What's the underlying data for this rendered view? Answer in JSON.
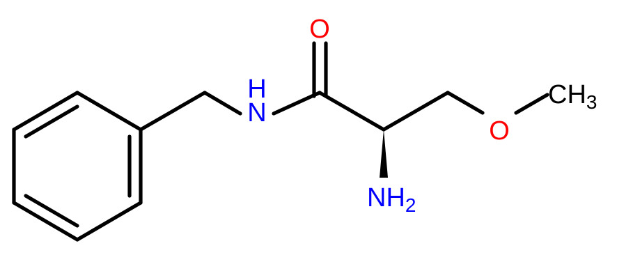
{
  "molecule": {
    "atoms": {
      "nitrogen_amide": {
        "symbol": "N",
        "hydrogen": "H",
        "color": "#0000ff"
      },
      "oxygen_carbonyl": {
        "symbol": "O",
        "color": "#ff0000"
      },
      "oxygen_ether": {
        "symbol": "O",
        "color": "#ff0000"
      },
      "amine": {
        "symbol": "NH",
        "subscript": "2",
        "color": "#0000ff"
      },
      "methyl": {
        "symbol": "CH",
        "subscript": "3",
        "color": "#000000"
      }
    },
    "bond_color": "#000000",
    "stereo": "wedge"
  }
}
